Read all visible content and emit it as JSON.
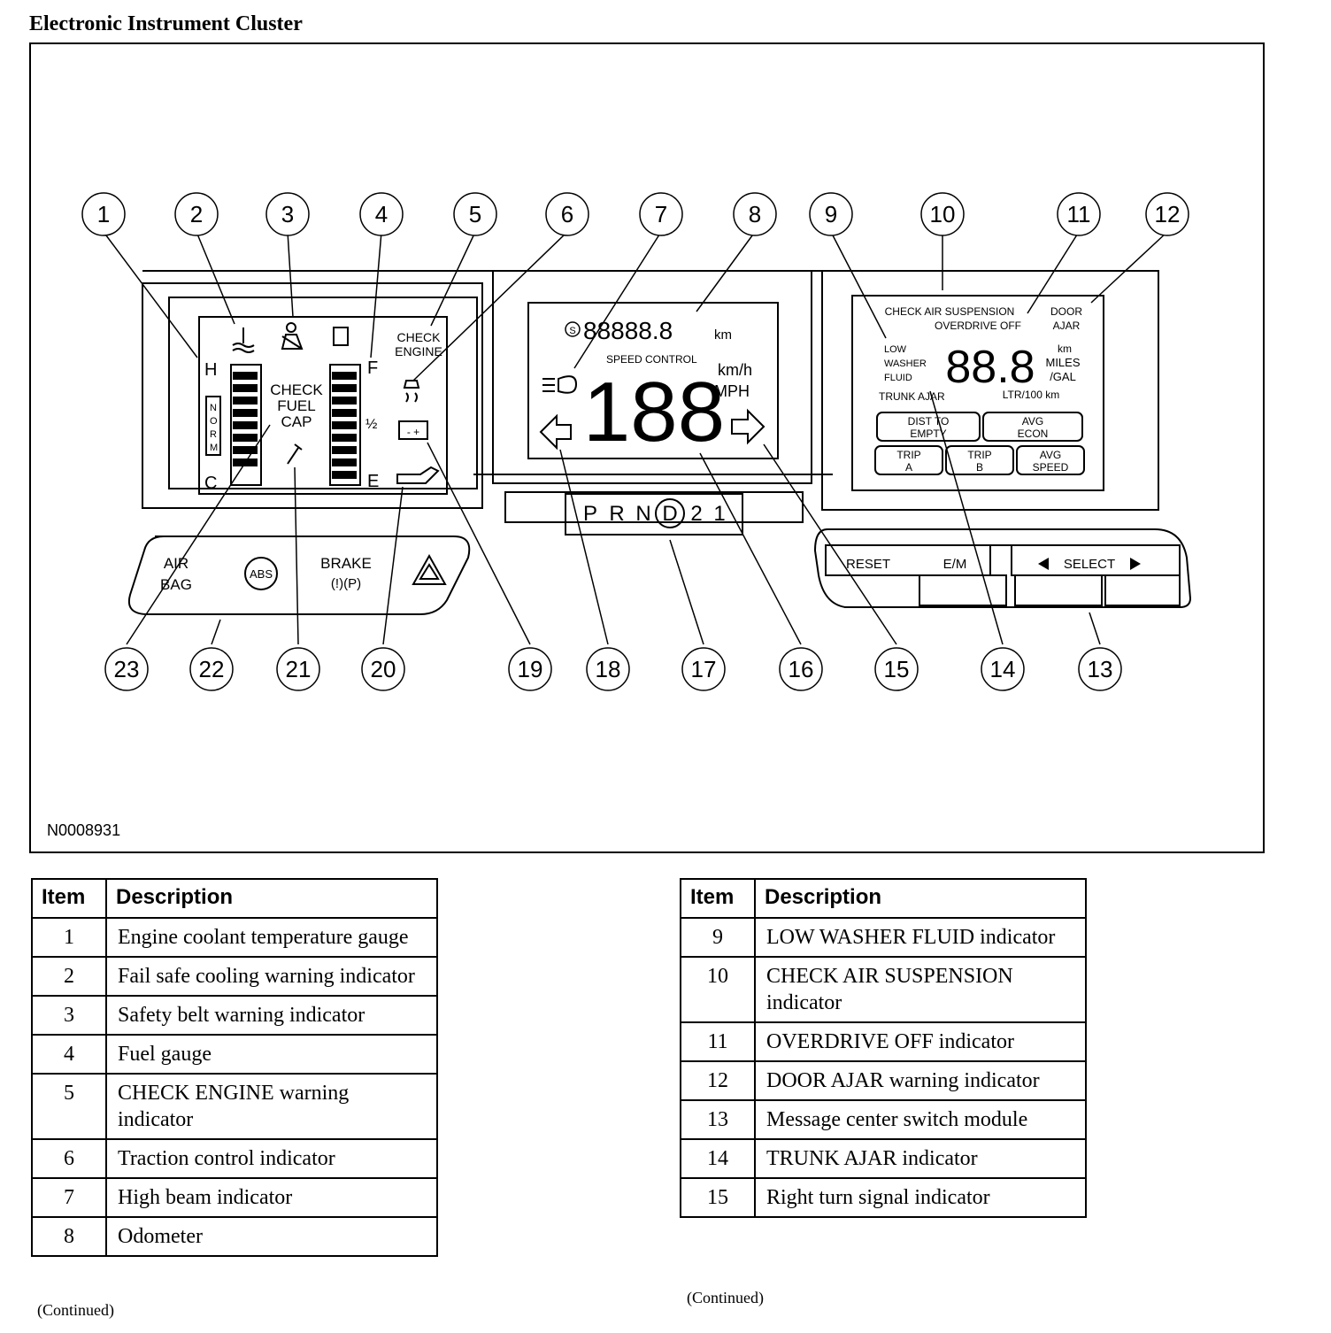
{
  "title": "Electronic Instrument Cluster",
  "figure_code": "N0008931",
  "continued": "(Continued)",
  "callouts": [
    "1",
    "2",
    "3",
    "4",
    "5",
    "6",
    "7",
    "8",
    "9",
    "10",
    "11",
    "12",
    "13",
    "14",
    "15",
    "16",
    "17",
    "18",
    "19",
    "20",
    "21",
    "22",
    "23"
  ],
  "cluster": {
    "temp_hot": "H",
    "temp_cold": "C",
    "temp_norm": [
      "N",
      "O",
      "R",
      "M"
    ],
    "fuel_full": "F",
    "fuel_half": "½",
    "fuel_empty": "E",
    "check_fuel_cap": [
      "CHECK",
      "FUEL",
      "CAP"
    ],
    "check_engine": [
      "CHECK",
      "ENGINE"
    ],
    "odometer_symbol": "S",
    "odometer": "88888.8",
    "odometer_unit": "km",
    "speed_control": "SPEED CONTROL",
    "speed_digits": "188",
    "speed_unit_kmh": "km/h",
    "speed_unit_mph": "MPH",
    "prnd": [
      "P",
      "R",
      "N",
      "D",
      "2",
      "1"
    ],
    "air_bag": [
      "AIR",
      "BAG"
    ],
    "abs": "ABS",
    "brake": "BRAKE",
    "brake_symbols": "(!)(P)",
    "battery_symbols": "- +",
    "check_air_suspension": "CHECK AIR SUSPENSION",
    "overdrive_off": "OVERDRIVE OFF",
    "door_ajar": [
      "DOOR",
      "AJAR"
    ],
    "low_washer_fluid": [
      "LOW",
      "WASHER",
      "FLUID"
    ],
    "mc_digits": "88.8",
    "mc_units": [
      "km",
      "MILES",
      "/GAL"
    ],
    "ltr_100km": "LTR/100 km",
    "trunk_ajar": "TRUNK AJAR",
    "dist_to_empty": [
      "DIST TO",
      "EMPTY"
    ],
    "avg_econ": [
      "AVG",
      "ECON"
    ],
    "trip_a": [
      "TRIP",
      "A"
    ],
    "trip_b": [
      "TRIP",
      "B"
    ],
    "avg_speed": [
      "AVG",
      "SPEED"
    ],
    "reset": "RESET",
    "em": "E/M",
    "select": "SELECT"
  },
  "table_left": {
    "headers": [
      "Item",
      "Description"
    ],
    "rows": [
      {
        "item": "1",
        "desc": "Engine coolant temperature gauge"
      },
      {
        "item": "2",
        "desc": "Fail safe cooling warning indicator"
      },
      {
        "item": "3",
        "desc": "Safety belt warning indicator"
      },
      {
        "item": "4",
        "desc": "Fuel gauge"
      },
      {
        "item": "5",
        "desc": "CHECK ENGINE warning indicator"
      },
      {
        "item": "6",
        "desc": "Traction control indicator"
      },
      {
        "item": "7",
        "desc": "High beam indicator"
      },
      {
        "item": "8",
        "desc": "Odometer"
      }
    ]
  },
  "table_right": {
    "headers": [
      "Item",
      "Description"
    ],
    "rows": [
      {
        "item": "9",
        "desc": "LOW WASHER FLUID indicator"
      },
      {
        "item": "10",
        "desc": "CHECK AIR SUSPENSION indicator"
      },
      {
        "item": "11",
        "desc": "OVERDRIVE OFF indicator"
      },
      {
        "item": "12",
        "desc": "DOOR AJAR warning indicator"
      },
      {
        "item": "13",
        "desc": "Message center switch module"
      },
      {
        "item": "14",
        "desc": "TRUNK AJAR indicator"
      },
      {
        "item": "15",
        "desc": "Right turn signal indicator"
      }
    ]
  }
}
